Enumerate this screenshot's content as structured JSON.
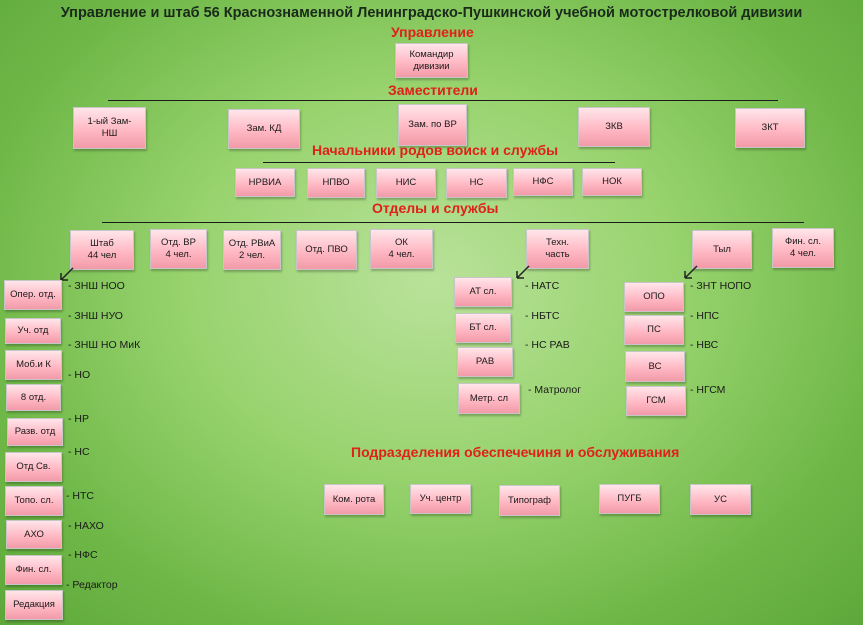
{
  "title": "Управление  и штаб 56 Краснознаменной Ленинградско-Пушкинской учебной мотострелковой дивизии",
  "sections": {
    "management": "Управление",
    "deputies": "Заместители",
    "chiefs": "Начальники родов воиск и службы",
    "departments": "Отделы и службы",
    "support": "Подразделения обеспечечиня и обслуживания"
  },
  "top": {
    "commander": "Командир\nдивизии"
  },
  "deputies": [
    "1-ый Зам-\nНШ",
    "Зам. КД",
    "Зам. по ВР",
    "ЗКВ",
    "ЗКТ"
  ],
  "chiefs": [
    "НРВИА",
    "НПВО",
    "НИС",
    "НС",
    "НФС",
    "НОК"
  ],
  "departments": [
    "Штаб\n44 чел",
    "Отд. ВР\n4 чел.",
    "Отд. РВиА\n2 чел.",
    "Отд. ПВО",
    "ОК\n4 чел.",
    "Техн.\nчасть",
    "Тыл",
    "Фин. сл.\n4 чел."
  ],
  "staff_units": [
    "Опер. отд.",
    "Уч.   отд",
    "Моб.и К",
    "8 отд.",
    "Разв. отд",
    "Отд Св.",
    "Топо. сл.",
    "АХО",
    "Фин. сл.",
    "Редакция"
  ],
  "staff_labels": [
    "- ЗНШ НОО",
    "- ЗНШ НУО",
    "- ЗНШ НО МиК",
    "- НО",
    "- НР",
    "- НС",
    "- НТС",
    "- НАХО",
    "- НФС",
    "- Редактор"
  ],
  "tech_units": [
    "АТ  сл.",
    "БТ сл.",
    "РАВ",
    "Метр. сл"
  ],
  "tech_labels": [
    "- НАТС",
    "- НБТС",
    "- НС РАВ",
    "- Матролог"
  ],
  "rear_units": [
    "ОПО",
    "ПС",
    "ВС",
    "ГСМ"
  ],
  "rear_labels": [
    "- ЗНТ НОПО",
    "- НПС",
    "- НВС",
    "- НГСМ"
  ],
  "support_units": [
    "Ком. рота",
    "Уч. центр",
    "Типограф",
    "ПУГБ",
    "УС"
  ]
}
